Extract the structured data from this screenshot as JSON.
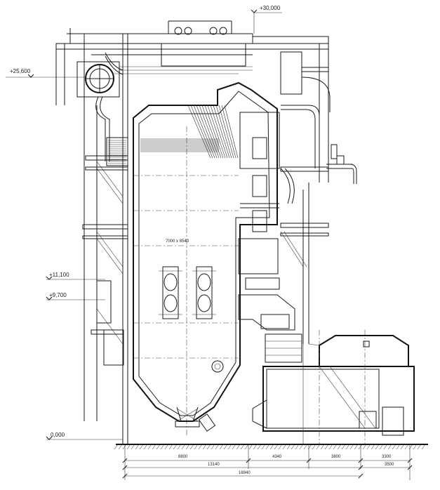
{
  "drawing": {
    "level_marks": {
      "top": "+30,000",
      "drum": "+25,600",
      "burner_upper": "+11,100",
      "burner_lower": "+9,700",
      "ground": "0,000"
    },
    "furnace_section_label": "7000 x 8540",
    "dimensions": {
      "row1": [
        "8800",
        "4340",
        "3800",
        "3300"
      ],
      "row2": [
        "13140",
        "3500"
      ],
      "row3": [
        "16940"
      ]
    }
  }
}
